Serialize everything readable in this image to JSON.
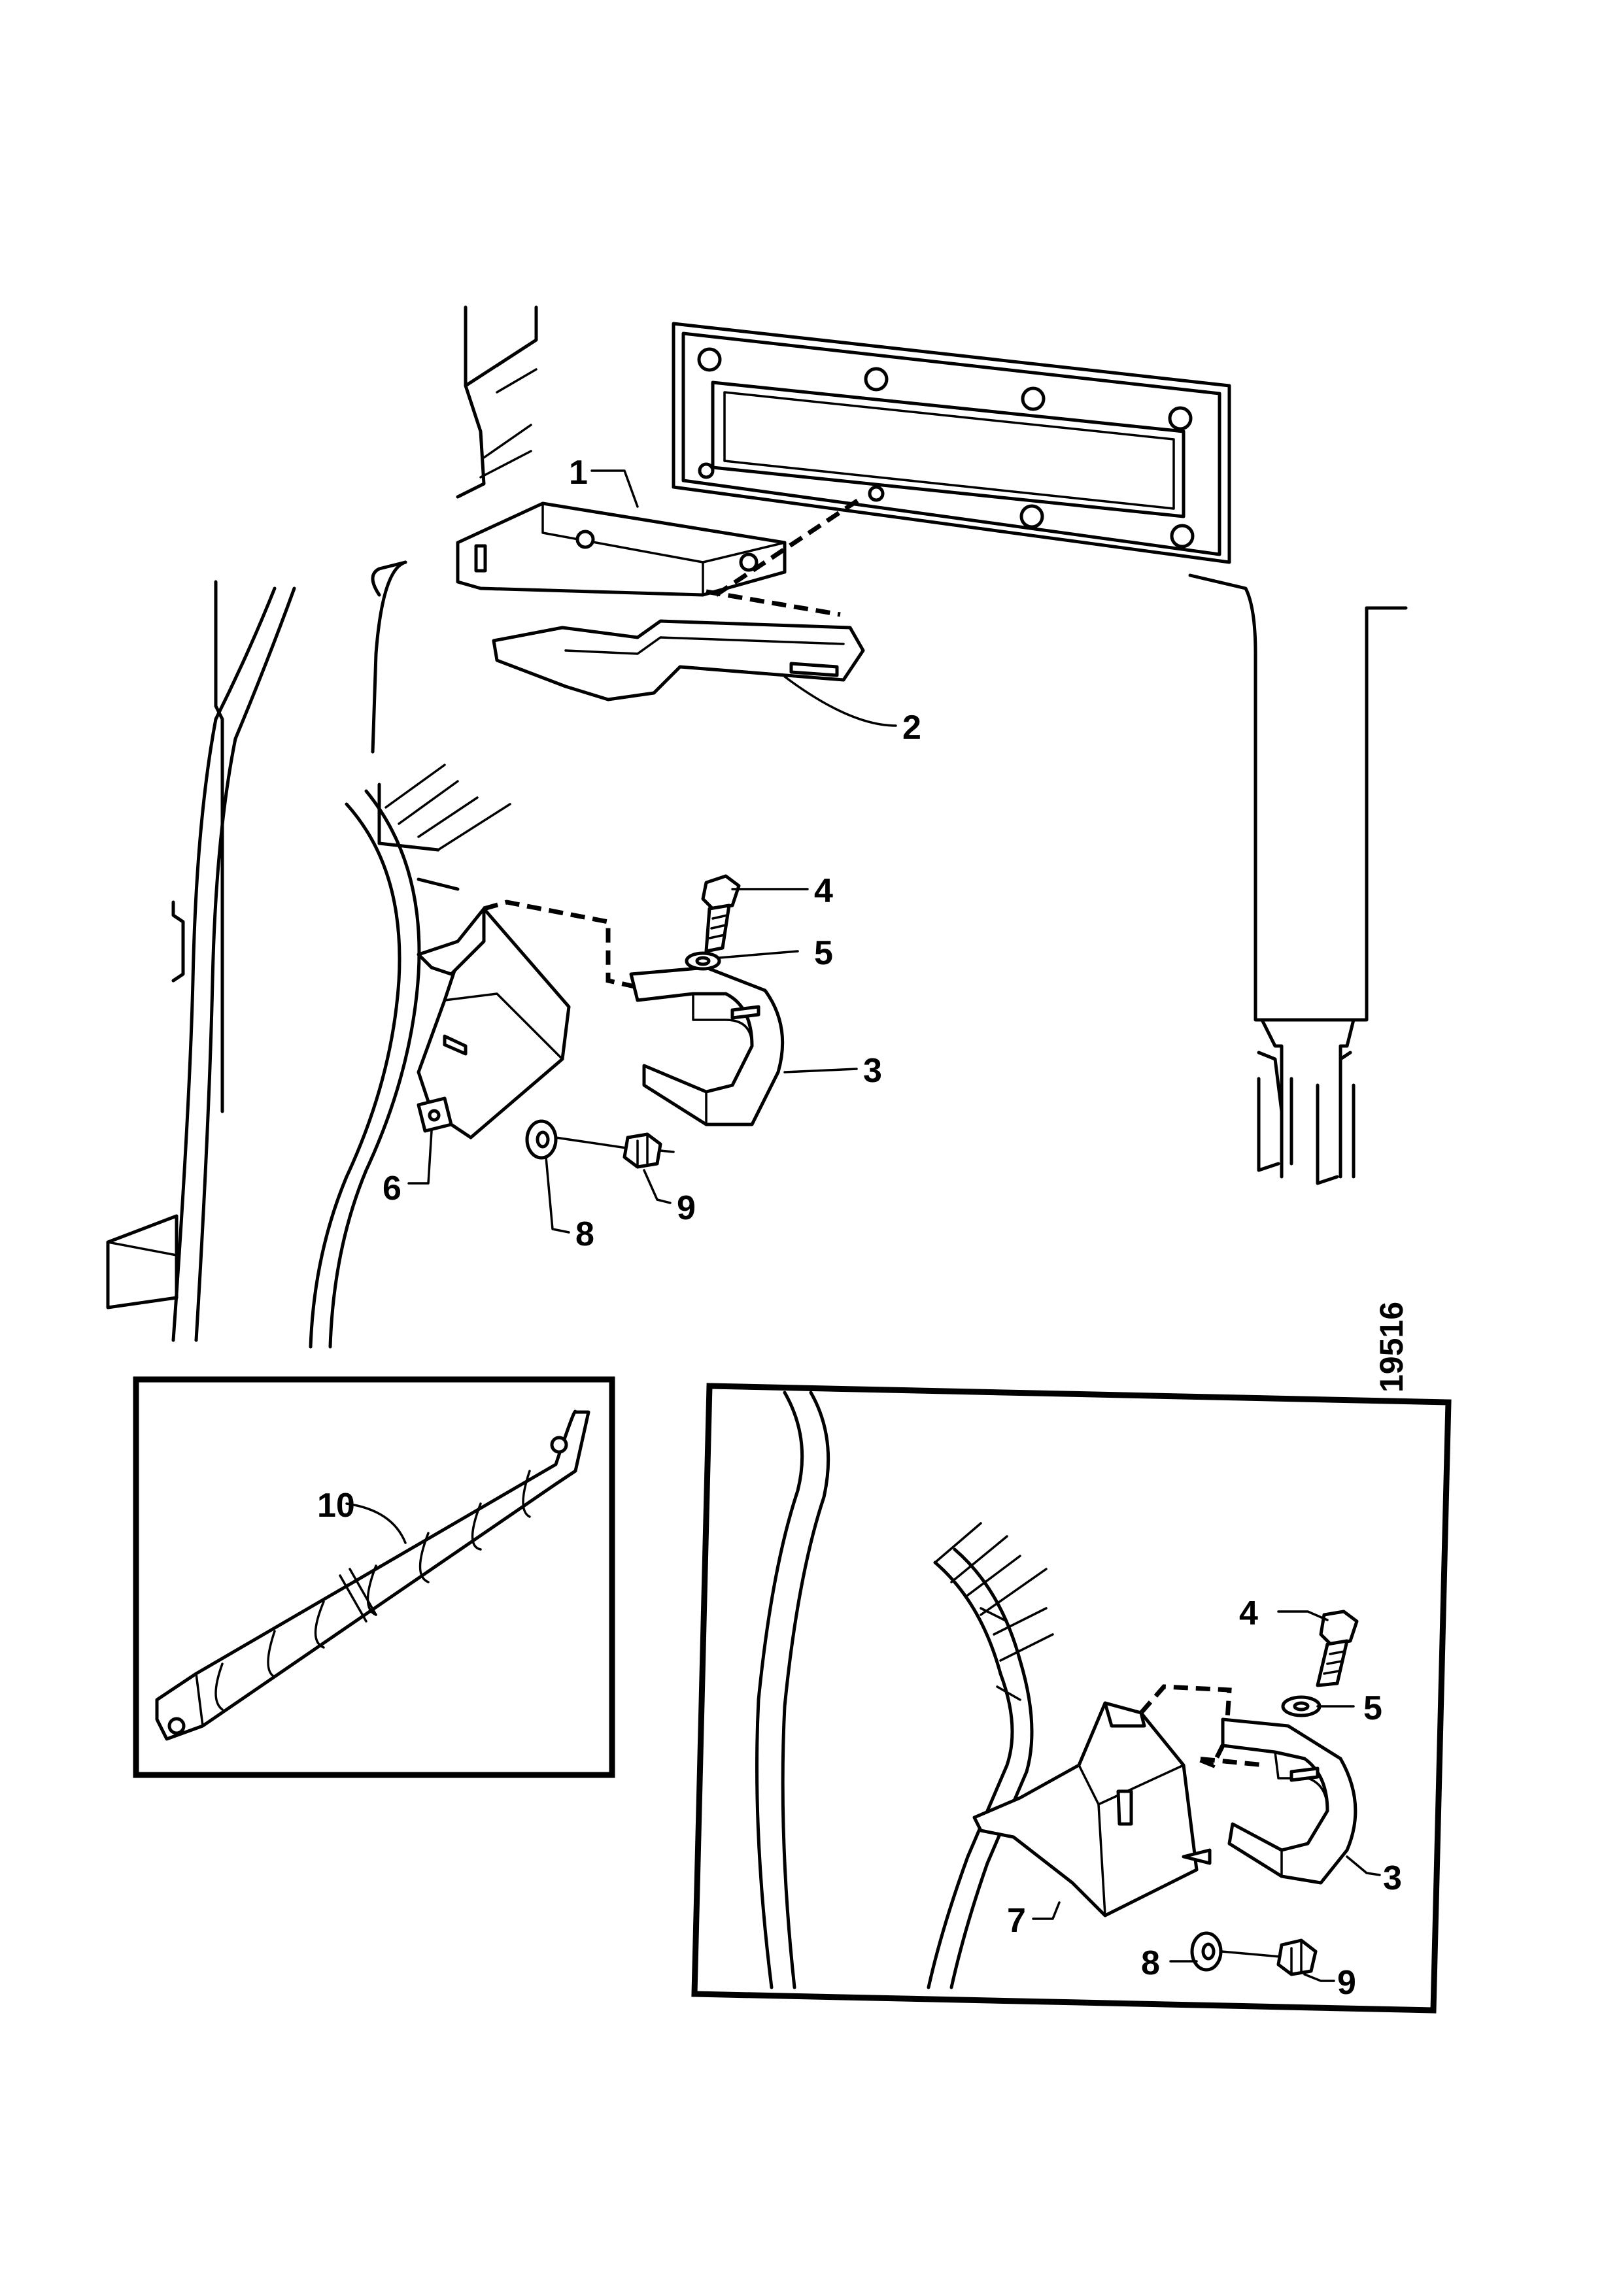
{
  "figure_number": "19516",
  "callouts": {
    "main": [
      "1",
      "2",
      "3",
      "4",
      "5",
      "6",
      "8",
      "9"
    ],
    "left_inset": [
      "10"
    ],
    "right_inset": [
      "4",
      "5",
      "3",
      "7",
      "8",
      "9"
    ]
  }
}
